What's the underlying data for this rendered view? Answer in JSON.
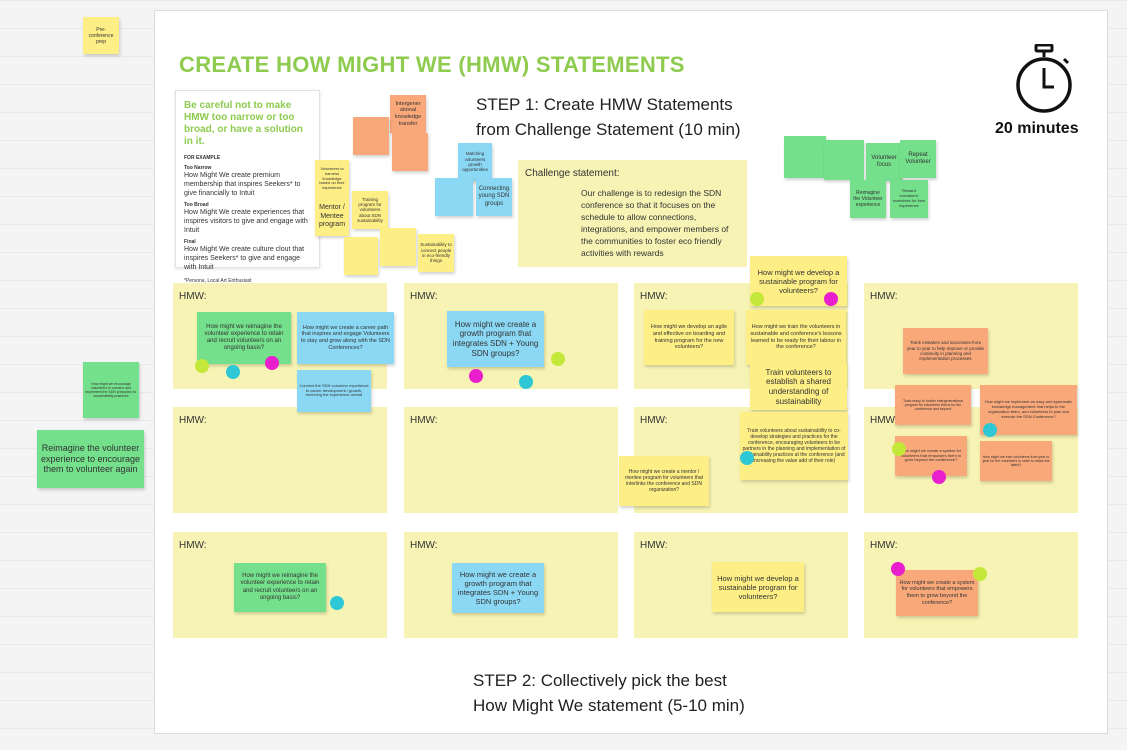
{
  "board": {
    "title": "CREATE HOW MIGHT WE (HMW) STATEMENTS",
    "step1": [
      "STEP 1: Create HMW Statements",
      "from Challenge Statement (10 min)"
    ],
    "step2": [
      "STEP 2: Collectively pick the best",
      "How Might We statement (5-10 min)"
    ],
    "timer": "20 minutes",
    "pre_note": "Pre-conference prep"
  },
  "example": {
    "heading": "Be careful not to make HMW too narrow or too broad, or have a solution in it.",
    "for_example": "FOR EXAMPLE",
    "narrow_label": "Too Narrow",
    "narrow_text": "How Might We create premium membership that inspires Seekers* to give financially to Intuit",
    "broad_label": "Too Broad",
    "broad_text": "How Might We create experiences that inspires visitors to give and engage with Intuit",
    "final_label": "Final",
    "final_text": "How Might We create culture clout that inspires Seekers* to give and engage with Intuit",
    "persona": "*Persona, Local Art Enthusiast"
  },
  "challenge": {
    "label": "Challenge statement:",
    "text": "Our challenge is to redesign the SDN conference so that it focuses on the schedule to allow connections, integrations, and empower members of the communities to foster eco friendly activities with rewards"
  },
  "top_stickies": {
    "intergen": "Intergener ational knowledge transfer",
    "vols_prior": "Volunteers to harness knowledge based on their experience",
    "mentor": "Mentor / Mentee program",
    "training": "Training program for volunteers about SDN sustainability",
    "sustain": "Sustainability to connect people in eco-friendly things",
    "matching": "Matching volunteers growth opportunities",
    "connecting": "Connecting young SDN groups",
    "vol_focus": "Volunteer focus",
    "repeat": "Repeat Volunteer",
    "reimagine": "Reimagine the Volunteer experience",
    "vol_incentive": "Reward volunteers' incentives for their experience"
  },
  "side": {
    "small_green": "How might we encourage volunteers to connect and implement the SDN principles for sustainability practices",
    "big_green": "Reimagine the volunteer experience to encourage them to volunteer again"
  },
  "hmw_label": "HMW:",
  "notes": {
    "r1_green": "How might we reimagine the volunteer experience to retain and recruit volunteers on an ongoing basis?",
    "r1_blue_career": "How might we create a career path that inspires and engage Volunteers to stay and grow along with the SDN Conferences?",
    "r1_blue_connect": "Connect the SDN volunteer experience to career development / growth, enriching the experience overall",
    "r1_blue_growth": "How might we create a growth program that integrates SDN + Young SDN groups?",
    "r1_agile": "How might we develop an agile and effective on boarding and training program for the new volunteers?",
    "r1_sustainable": "How might we develop a sustainable program for volunteers?",
    "r1_train": "How might we train the volunteers in sustainable and conference's lessons learned to be ready for their labour in the conference?",
    "r1_train_short": "Train volunteers to establish a shared understanding of sustainability",
    "r1_track": "Track mistakes and successes from year to year to help improve or provide continuity in planning and implementation processes",
    "r2_train_long": "Train volunteers about sustainability to co-develop strategies and practices for the conference, encouraging volunteers to be partners in the planning and implementation of sustainability practices at the conference (and increasing the value add of their role)",
    "r2_mentor": "How might we create a mentor / mentee program for volunteers that interlinks the conference and SDN organization?",
    "r2_tools": "Tools ready to further intergenerational program for volunteers that is for the conference and beyond",
    "r2_implement": "How might we implement an easy and systematic knowledge management that helps to the organization team, and volunteers to plan and execute the SDN Conference?",
    "r2_system": "How might we create a system for volunteers that empowers them to grow beyond the conference?",
    "r2_train_more": "How might we train volunteers from year to year for the volunteers in order to retain the talent?",
    "r3_green": "How might we reimagine the volunteer experience to retain and recruit volunteers on an ongoing basis?",
    "r3_blue": "How might we create a growth program that integrates SDN + Young SDN groups?",
    "r3_yellow": "How might we develop a sustainable program for volunteers?",
    "r3_orange": "How might we create a system for volunteers that empowers them to grow beyond the conference?"
  },
  "colors": {
    "title_green": "#8ecb4f",
    "sticky_yellow": "#fdee86",
    "sticky_orange": "#f9a87a",
    "sticky_green": "#74e08b",
    "sticky_blue": "#8bd8f5",
    "hmw_bg": "#f7f3b4",
    "dot_pink": "#e91ecc",
    "dot_lime": "#c3e83a",
    "dot_teal": "#2ec7d6"
  }
}
